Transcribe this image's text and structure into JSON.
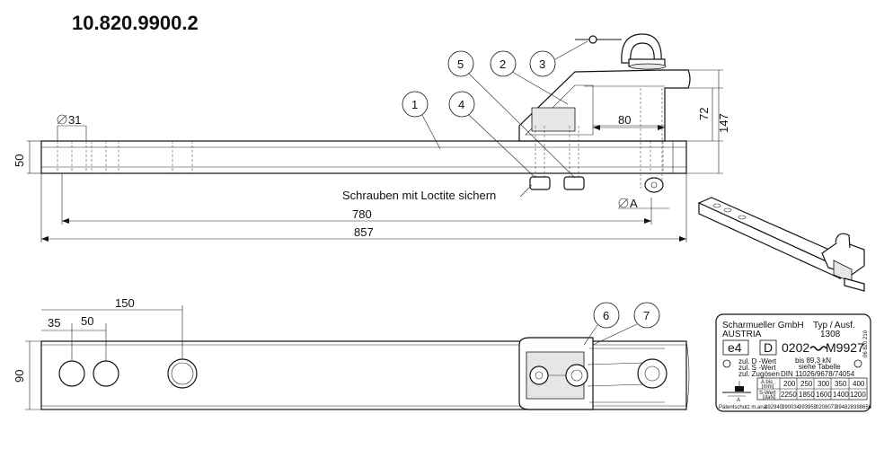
{
  "drawing": {
    "part_number": "10.820.9900.2",
    "note": "Schrauben mit Loctite sichern",
    "callouts": [
      "1",
      "2",
      "3",
      "4",
      "5",
      "6",
      "7"
    ],
    "side_view": {
      "dimensions": {
        "diameter": "31",
        "height": "50",
        "hole_length": "780",
        "total_length": "857",
        "offset": "80",
        "vertical_1": "72",
        "vertical_2": "147",
        "pin_diameter": "A"
      }
    },
    "top_view": {
      "dimensions": {
        "d150": "150",
        "d35": "35",
        "d50": "50",
        "width": "90"
      }
    },
    "nameplate": {
      "company": "Scharmueller GmbH",
      "country": "AUSTRIA",
      "type_label": "Typ / Ausf.",
      "type_value": "1308",
      "e_mark": "e4",
      "d_mark": "D",
      "approval_prefix": "0202",
      "approval_suffix": "M9927",
      "side_number": "06 820 210",
      "rows": [
        {
          "label": "zul. D -Wert",
          "value": "bis 89,3 kN"
        },
        {
          "label": "zul. S -Wert",
          "value": "siehe Tabelle"
        },
        {
          "label": "zul. Zugösen",
          "value": "DIN 11026/9678/74054"
        }
      ],
      "table": {
        "a_label": "A bis",
        "a_unit": "[mm]",
        "a_values": [
          "200",
          "250",
          "300",
          "350",
          "400"
        ],
        "s_label": "S-Wert",
        "s_unit": "[daN]",
        "s_values": [
          "2250",
          "1850",
          "1600",
          "1400",
          "1200"
        ]
      },
      "footer_label": "Patentschutz m.ana.",
      "footer_numbers": [
        "392940",
        "390034",
        "393959",
        "0208073",
        "394828",
        "398656"
      ]
    }
  }
}
